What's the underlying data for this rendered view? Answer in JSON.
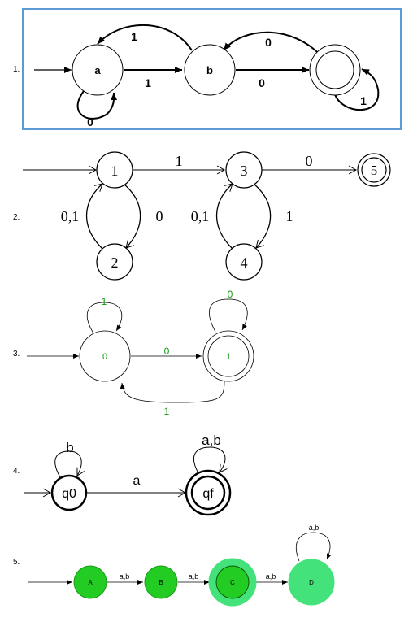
{
  "diagrams": [
    {
      "number": "1.",
      "states": [
        "a",
        "b",
        ""
      ],
      "labels": {
        "b_to_a": "1",
        "a_to_b": "1",
        "a_loop": "0",
        "final_to_b": "0",
        "b_to_final": "0",
        "final_loop": "1"
      }
    },
    {
      "number": "2.",
      "states": [
        "1",
        "2",
        "3",
        "4",
        "5"
      ],
      "labels": {
        "s1_to_s3": "1",
        "s3_to_s5": "0",
        "s1_to_s2": "0",
        "s2_to_s1": "0,1",
        "s3_to_s4": "1",
        "s4_to_s3": "0,1"
      }
    },
    {
      "number": "3.",
      "states": [
        "0",
        "1"
      ],
      "labels": {
        "loop0": "1",
        "loop1": "0",
        "s0_to_s1": "0",
        "s1_to_s0": "1"
      },
      "label_color": "#119911"
    },
    {
      "number": "4.",
      "states": [
        "q0",
        "qf"
      ],
      "labels": {
        "loop_q0": "b",
        "loop_qf": "a,b",
        "q0_to_qf": "a"
      }
    },
    {
      "number": "5.",
      "states": [
        "A",
        "B",
        "C",
        "D"
      ],
      "labels": {
        "a_to_b": "a,b",
        "b_to_c": "a,b",
        "c_to_d": "a,b",
        "loop_d": "a,b"
      },
      "colors": {
        "dark_green": "#22cc22",
        "light_green": "#44e27a",
        "border_green": "#1a9a1a"
      }
    }
  ]
}
